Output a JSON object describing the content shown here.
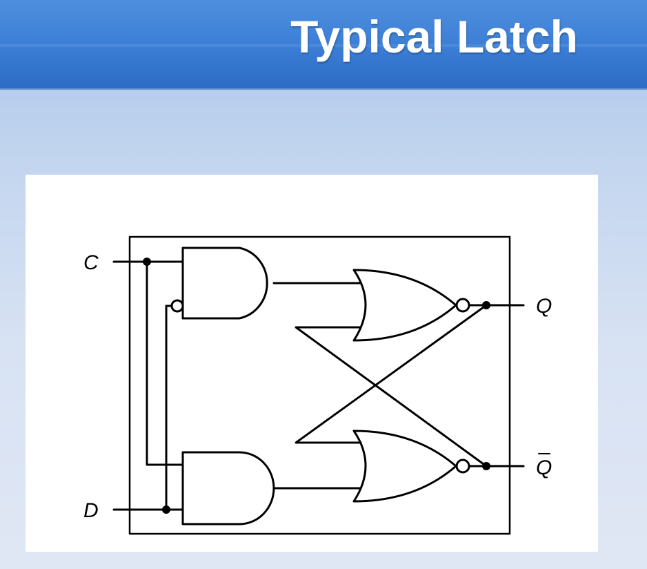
{
  "slide": {
    "title": "Typical Latch"
  },
  "diagram": {
    "inputs": {
      "c_label": "C",
      "d_label": "D"
    },
    "outputs": {
      "q_label": "Q",
      "qbar_label": "Q"
    },
    "colors": {
      "header": "#3c7fd6",
      "background": "#d7e2f3",
      "panel": "#ffffff",
      "ink": "#000000"
    }
  }
}
